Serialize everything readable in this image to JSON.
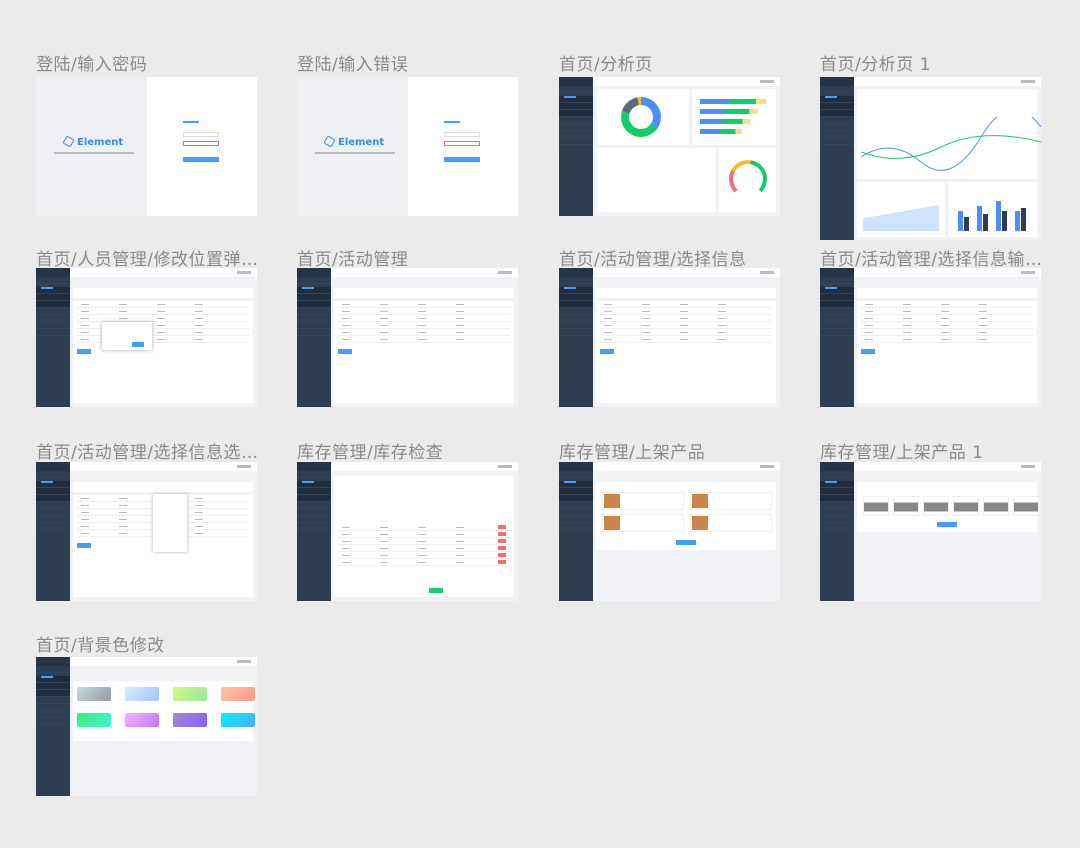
{
  "frames": [
    {
      "title": "登陆/输入密码",
      "kind": "login",
      "logo": "Element"
    },
    {
      "title": "登陆/输入错误",
      "kind": "login-error",
      "logo": "Element"
    },
    {
      "title": "首页/分析页",
      "kind": "analysis"
    },
    {
      "title": "首页/分析页 1",
      "kind": "analysis2"
    },
    {
      "title": "首页/人员管理/修改位置弹…",
      "kind": "table-dialog"
    },
    {
      "title": "首页/活动管理",
      "kind": "table"
    },
    {
      "title": "首页/活动管理/选择信息",
      "kind": "table"
    },
    {
      "title": "首页/活动管理/选择信息输…",
      "kind": "table"
    },
    {
      "title": "首页/活动管理/选择信息选…",
      "kind": "table-dropdown"
    },
    {
      "title": "库存管理/库存检查",
      "kind": "inventory"
    },
    {
      "title": "库存管理/上架产品",
      "kind": "products"
    },
    {
      "title": "库存管理/上架产品 1",
      "kind": "products2"
    },
    {
      "title": "首页/背景色修改",
      "kind": "backgrounds"
    }
  ],
  "colors": {
    "accent": "#409eff",
    "sidebar": "#2e3d4f",
    "success": "#13ce66",
    "danger": "#f56c6c",
    "warning": "#f7ba2a"
  }
}
